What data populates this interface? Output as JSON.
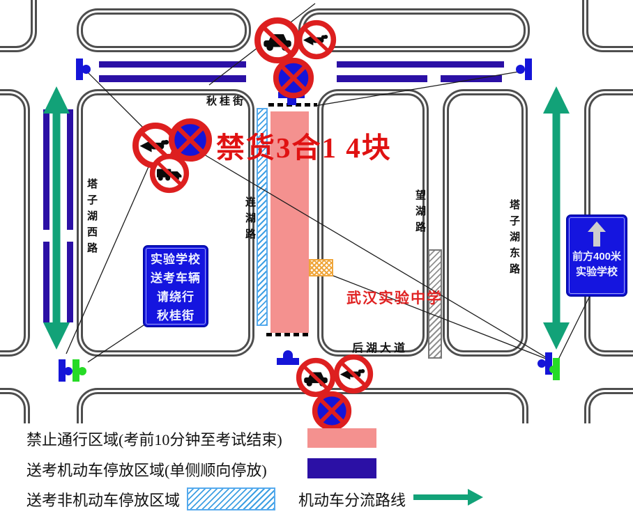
{
  "colors": {
    "navy": "#2B10A5",
    "pink": "#F4918F",
    "flow_green": "#12A278",
    "sign_blue": "#1515DF",
    "prohibit_red": "#DD1F1F",
    "barrier_green": "#26DB26",
    "hatch_blue": "#3D9FE3",
    "hatch_orange": "#EFA53A",
    "hatch_gray": "#8F8F8F",
    "annotation_red": "#E01212"
  },
  "streets": {
    "qiugui": "秋桂街",
    "lianhu": "连湖路",
    "wanghu": "望湖路",
    "tazihu_west": "塔子湖西路",
    "tazihu_east": "塔子湖东路",
    "houhu": "后湖大道"
  },
  "annotations": {
    "ban_text": "禁货3合1 4块",
    "school_name": "武汉实验中学"
  },
  "boards": {
    "detour_lines": [
      "实验学校",
      "送考车辆",
      "请绕行",
      "秋桂街"
    ],
    "ahead_lines": [
      "前方400米",
      "实验学校"
    ]
  },
  "legend": {
    "no_pass_label": "禁止通行区域(考前10分钟至考试结束)",
    "motor_label": "送考机动车停放区域(单侧顺向停放)",
    "nonmotor_label": "送考非机动车停放区域",
    "flow_label": "机动车分流路线"
  },
  "icons": {
    "no_car": "no-car-sign",
    "no_horn": "no-horn-sign",
    "no_truck": "no-truck-sign",
    "no_stopping": "no-stopping-sign",
    "barrier": "road-barrier",
    "flow_arrow": "flow-arrow"
  }
}
